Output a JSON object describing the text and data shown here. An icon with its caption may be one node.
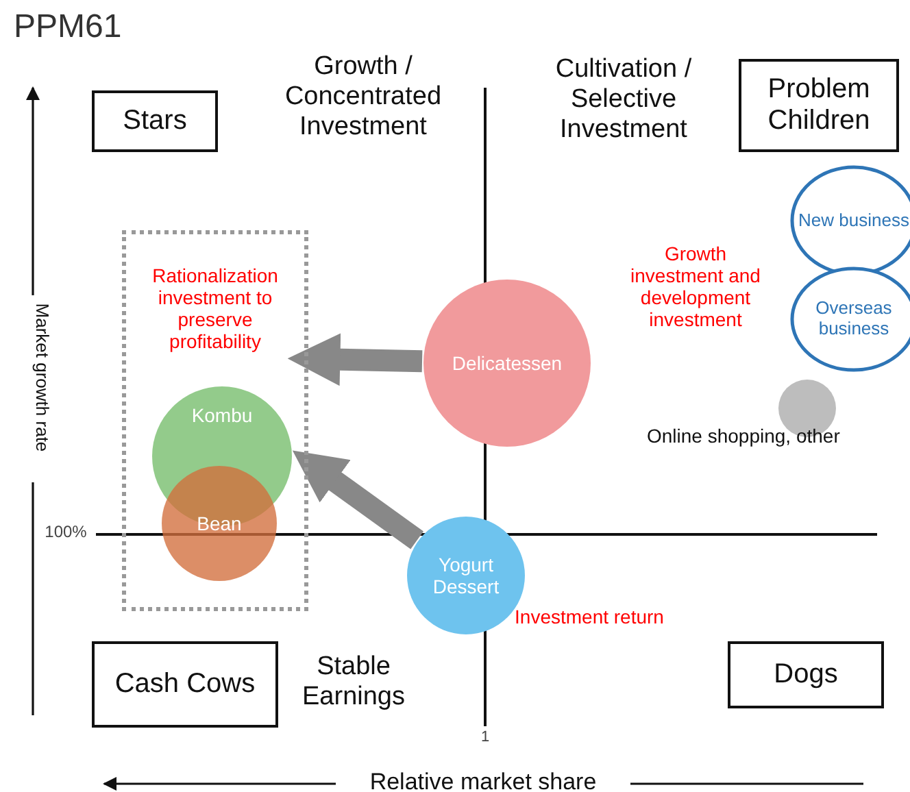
{
  "diagram": {
    "title": "PPM61",
    "nodes": [
      {
        "text": [
          "Stars"
        ]
      },
      {
        "text": [
          "Problem Children"
        ]
      },
      {
        "text": [
          "New business"
        ]
      },
      {
        "text": [
          "Overseas business"
        ]
      },
      {
        "text": [
          "Rationalization investment to preserve profitability"
        ]
      },
      {
        "text": [
          "Kombu"
        ],
        "in": 4
      },
      {
        "text": [
          "Bean"
        ],
        "in": 4
      },
      {
        "text": [
          "Delicatessen"
        ]
      },
      {
        "text": [],
        "shape": "circle",
        "beside": [
          "Online shopping, other"
        ]
      },
      {
        "text": [
          "Yogurt Dessert"
        ]
      },
      {
        "text": [
          "Cash Cows"
        ]
      },
      {
        "text": [
          "Dogs"
        ]
      }
    ],
    "edges": [
      {
        "from": 7,
        "to": 4,
        "arrow": "to"
      },
      {
        "from": 9,
        "to": 4,
        "arrow": "to"
      }
    ],
    "labels": [
      "Growth / Concentrated Investment",
      "Cultivation / Selective Investment",
      "Market growth rate",
      "Growth investment and development investment",
      "100%",
      "Investment return",
      "Stable Earnings",
      "1",
      "Relative market share"
    ]
  }
}
